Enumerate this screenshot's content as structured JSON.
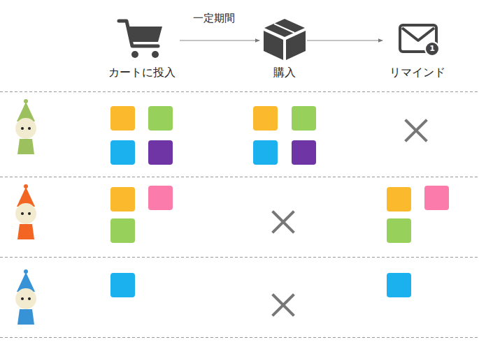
{
  "diagram": {
    "nodes": [
      {
        "text": [
          "カートに投入"
        ]
      },
      {
        "text": [
          "購入"
        ]
      },
      {
        "text": [
          "リマインド"
        ]
      }
    ],
    "edges": [
      {
        "from": 0,
        "to": 1,
        "arrow": "to",
        "label": "一定期間"
      },
      {
        "from": 1,
        "to": 2,
        "arrow": "to"
      }
    ],
    "labels": [
      "1"
    ]
  }
}
